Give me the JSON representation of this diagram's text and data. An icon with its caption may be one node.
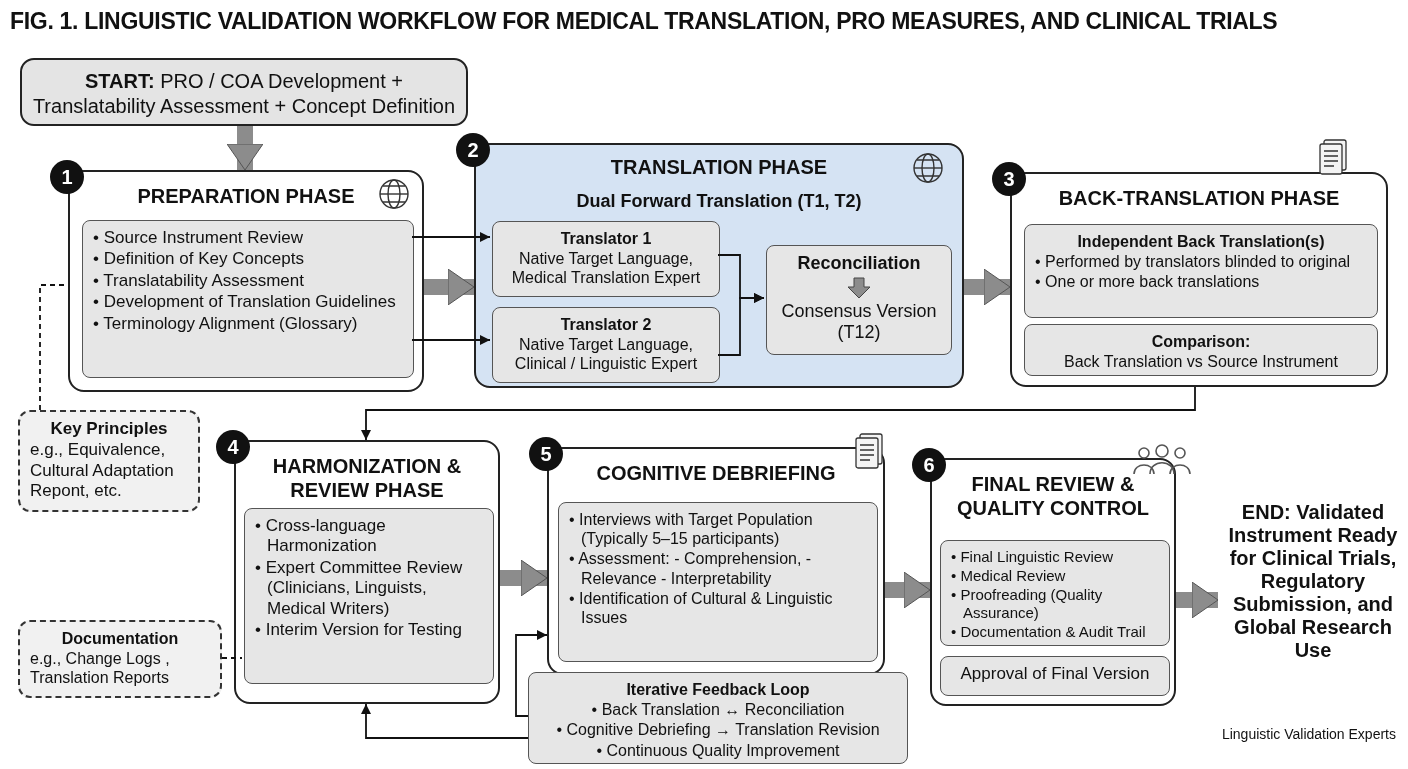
{
  "diagram": {
    "title": "FIG. 1. LINGUISTIC VALIDATION WORKFLOW FOR MEDICAL TRANSLATION, PRO MEASURES, AND CLINICAL TRIALS",
    "nodes": [
      {
        "text": [
          "**START:** PRO / COA Development + Translatability Assessment + Concept Definition"
        ]
      },
      {
        "text": [
          "1",
          "PREPARATION PHASE"
        ]
      },
      {
        "text": [
          "• Source Instrument Review",
          "• Definition of Key Concepts",
          "• Translatability Assessment",
          "• Development of Translation Guidelines",
          "• Terminology Alignment (Glossary)"
        ],
        "in": 1
      },
      {
        "text": [
          "2",
          "TRANSLATION PHASE",
          "Dual Forward Translation (T1, T2)"
        ]
      },
      {
        "text": [
          "Translator 1",
          "Native Target Language, Medical Translation Expert"
        ],
        "in": 3
      },
      {
        "text": [
          "Translator 2",
          "Native Target Language, Clinical / Linguistic Expert"
        ],
        "in": 3
      },
      {
        "text": [
          "Reconciliation",
          "Consensus Version (T12)"
        ],
        "in": 3
      },
      {
        "text": [
          "3",
          "BACK-TRANSLATION PHASE"
        ]
      },
      {
        "text": [
          "Independent Back Translation(s)",
          "• Performed by translators blinded to original",
          "• One or more back translations"
        ],
        "in": 7
      },
      {
        "text": [
          "Comparison:",
          "Back Translation vs Source Instrument"
        ],
        "in": 7
      },
      {
        "text": [
          "Key Principles",
          "e.g., Equivalence, Cultural Adaptation Repont, etc."
        ]
      },
      {
        "text": [
          "4",
          "HARMONIZATION & REVIEW PHASE"
        ]
      },
      {
        "text": [
          "• Cross-language Harmonization",
          "• Expert Committee Review (Clinicians, Linguists, Medical Writers)",
          "• Interim Version for Testing"
        ],
        "in": 11
      },
      {
        "text": [
          "Documentation",
          "e.g., Change Logs , Translation Reports"
        ]
      },
      {
        "text": [
          "5",
          "COGNITIVE DEBRIEFING"
        ]
      },
      {
        "text": [
          "• Interviews with Target Population (Typically 5–15 participants)",
          "• Assessment: - Comprehension, - Relevance - Interpretability",
          "• Identification of Cultural & Linguistic Issues"
        ],
        "in": 14
      },
      {
        "text": [
          "Iterative Feedback Loop",
          "• Back Translation ↔ Reconciliation",
          "• Cognitive Debriefing → Translation Revision",
          "• Continuous Quality Improvement"
        ]
      },
      {
        "text": [
          "6",
          "FINAL REVIEW & QUALITY CONTROL"
        ]
      },
      {
        "text": [
          "• Final Linguistic Review",
          "• Medical Review",
          "• Proofreading (Quality Assurance)",
          "• Documentation & Audit Trail"
        ],
        "in": 17
      },
      {
        "text": [
          "Approval of Final Version"
        ],
        "in": 17
      },
      {
        "text": [
          "END: Validated Instrument Ready for Clinical Trials, Regulatory Submission, and Global Research Use"
        ]
      }
    ],
    "edges": [
      {
        "from": 0,
        "to": 1,
        "arrow": "to",
        "style": "thick",
        "color": "#8c8c8c"
      },
      {
        "from": 2,
        "to": 4,
        "arrow": "to"
      },
      {
        "from": 2,
        "to": 5,
        "arrow": "to"
      },
      {
        "from": 1,
        "to": 3,
        "arrow": "to",
        "style": "thick",
        "color": "#8c8c8c"
      },
      {
        "from": 4,
        "to": 6,
        "arrow": "to"
      },
      {
        "from": 5,
        "to": 6,
        "arrow": "to"
      },
      {
        "from": 3,
        "to": 7,
        "arrow": "to",
        "style": "thick",
        "color": "#8c8c8c"
      },
      {
        "from": 7,
        "to": 11,
        "arrow": "to"
      },
      {
        "from": 10,
        "to": 1,
        "arrow": "none",
        "style": "dashed"
      },
      {
        "from": 13,
        "to": 12,
        "arrow": "none",
        "style": "dashed"
      },
      {
        "from": 11,
        "to": 14,
        "arrow": "to",
        "style": "thick",
        "color": "#8c8c8c"
      },
      {
        "from": 14,
        "to": 17,
        "arrow": "to",
        "style": "thick",
        "color": "#8c8c8c"
      },
      {
        "from": 17,
        "to": 20,
        "arrow": "to",
        "style": "thick",
        "color": "#8c8c8c"
      },
      {
        "from": 16,
        "to": 11,
        "arrow": "to"
      },
      {
        "from": 16,
        "to": 14,
        "arrow": "to"
      }
    ],
    "labels": [
      "Linguistic Validation Experts"
    ]
  }
}
